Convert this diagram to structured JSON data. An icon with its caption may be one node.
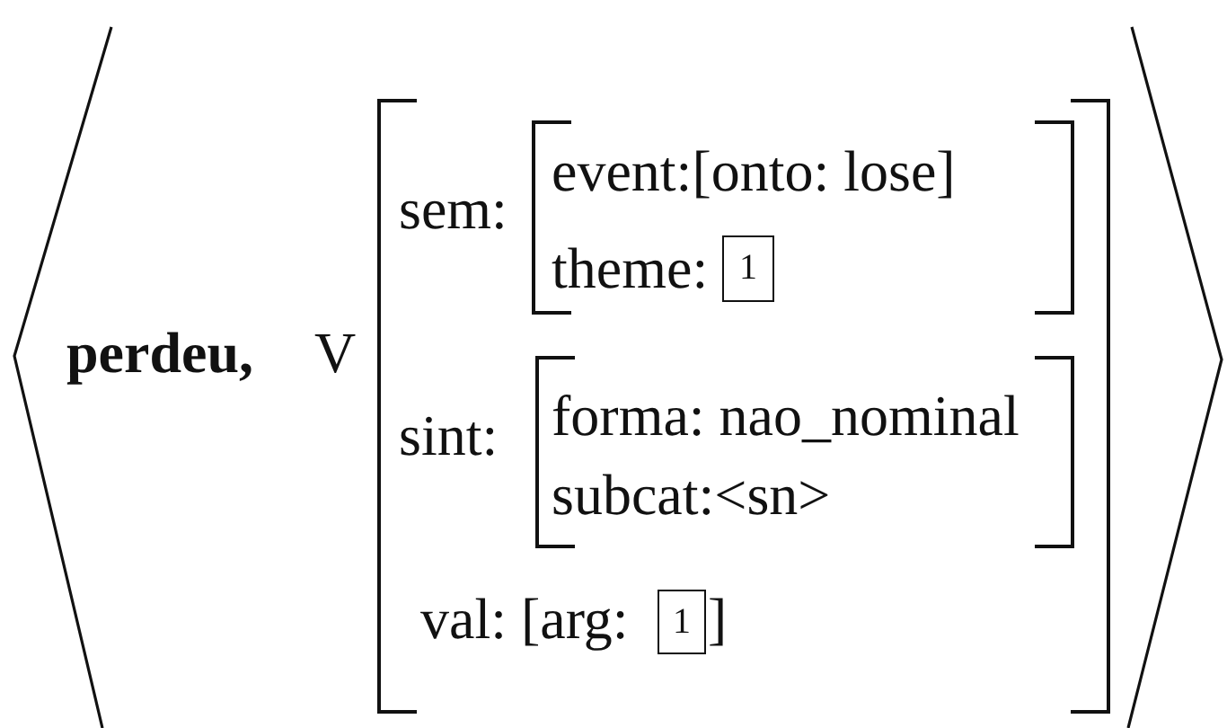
{
  "diagram": {
    "nodes": [
      {
        "text": [
          "perdeu,",
          "V"
        ]
      },
      {
        "text": [
          "sem:",
          "sint:",
          "val: [arg:",
          "]"
        ],
        "in": 0
      },
      {
        "text": [
          "event:[onto: lose]",
          "theme:"
        ],
        "in": 1
      },
      {
        "text": [
          "1"
        ],
        "in": 2
      },
      {
        "text": [
          "forma: nao_nominal",
          "subcat:<sn>"
        ],
        "in": 1
      },
      {
        "text": [
          "1"
        ],
        "in": 1
      }
    ]
  }
}
